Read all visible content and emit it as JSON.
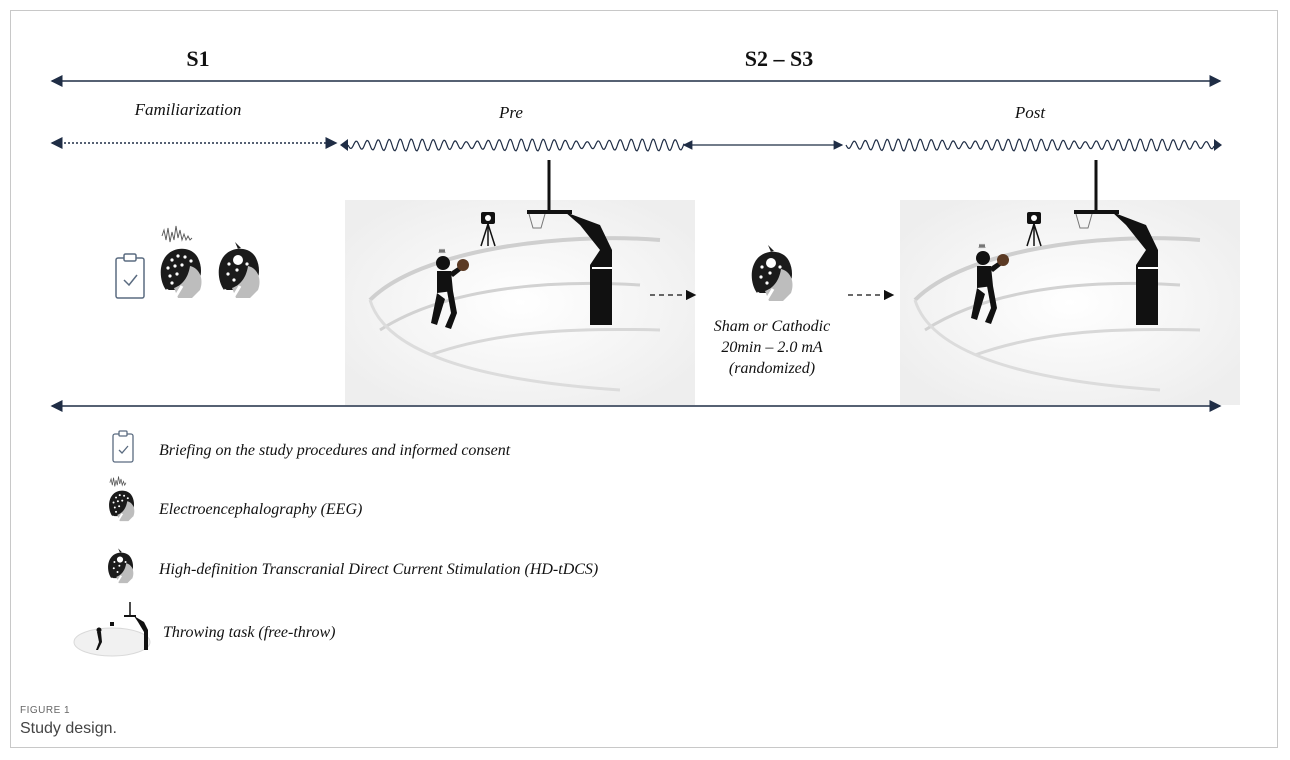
{
  "header": {
    "session1": "S1",
    "session23": "S2 – S3"
  },
  "phases": {
    "familiarization": "Familiarization",
    "pre": "Pre",
    "post": "Post"
  },
  "stimulation": {
    "line1": "Sham or Cathodic",
    "line2": "20min – 2.0 mA",
    "line3": "(randomized)"
  },
  "legend": [
    {
      "icon": "clipboard-icon",
      "text": "Briefing on the study procedures and informed consent"
    },
    {
      "icon": "eeg-head-icon",
      "text": "Electroencephalography (EEG)"
    },
    {
      "icon": "hdtdcs-head-icon",
      "text": "High-definition Transcranial Direct Current Stimulation (HD-tDCS)"
    },
    {
      "icon": "free-throw-icon",
      "text": "Throwing task (free-throw)"
    }
  ],
  "figure": {
    "label": "FIGURE 1",
    "caption": "Study design."
  },
  "colors": {
    "arrow": "#1f2d45",
    "ink": "#111111",
    "court": "#d8d8d8"
  }
}
